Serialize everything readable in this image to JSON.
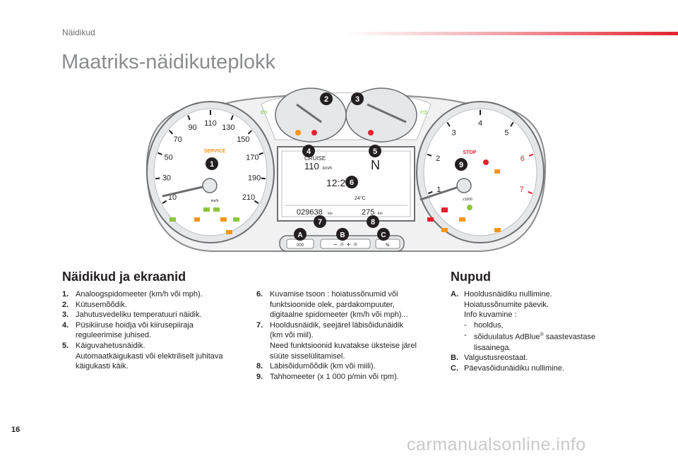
{
  "header": {
    "section": "Näidikud",
    "title": "Maatriks-näidikuteplokk",
    "accent_color": "#e4222e"
  },
  "dashboard": {
    "speed_ticks": [
      "10",
      "30",
      "50",
      "70",
      "90",
      "110",
      "130",
      "150",
      "170",
      "190",
      "210"
    ],
    "speed_unit": "km/h",
    "rpm_ticks": [
      "1",
      "2",
      "3",
      "4",
      "5",
      "6",
      "7"
    ],
    "rpm_unit": "x1000",
    "service_label": "SERVICE",
    "stop_label": "STOP",
    "display": {
      "mode": "CRUISE",
      "speed": "110",
      "speed_unit": "km/h",
      "gear": "N",
      "time": "12:25",
      "temp": "24°C",
      "odometer": "029638",
      "odo_unit": "km",
      "service_distance": "275",
      "service_unit": "km"
    },
    "callouts": [
      "1",
      "2",
      "3",
      "4",
      "5",
      "6",
      "7",
      "8",
      "9"
    ],
    "buttons": [
      {
        "letter": "A",
        "label": "000"
      },
      {
        "letter": "B",
        "label": "− ☼   + ☼"
      },
      {
        "letter": "C",
        "label": "✎"
      }
    ]
  },
  "col1": {
    "heading": "Näidikud ja ekraanid",
    "items": [
      {
        "n": "1.",
        "lines": [
          "Analoogspidomeeter (km/h või mph)."
        ]
      },
      {
        "n": "2.",
        "lines": [
          "Kütusemõõdik."
        ]
      },
      {
        "n": "3.",
        "lines": [
          "Jahutusvedeliku temperatuuri näidik."
        ]
      },
      {
        "n": "4.",
        "lines": [
          "Püsikiiruse hoidja või kiirusepiiraja",
          "reguleerimise juhised."
        ]
      },
      {
        "n": "5.",
        "lines": [
          "Käiguvahetusnäidik.",
          "Automaatkäigukasti või elektriliselt juhitava",
          "käigukasti käik."
        ]
      }
    ]
  },
  "col2": {
    "items": [
      {
        "n": "6.",
        "lines": [
          "Kuvamise tsoon : hoiatussõnumid või",
          "funktsioonide olek, pardakompuuter,",
          "digitaalne spidomeeter (km/h või mph)..."
        ]
      },
      {
        "n": "7.",
        "lines": [
          "Hooldusnäidik, seejärel läbisõidunäidik",
          "(km või miil).",
          "Need funktsioonid kuvatakse üksteise järel",
          "süüte sisselülitamisel."
        ]
      },
      {
        "n": "8.",
        "lines": [
          "Läbisõidumõõdik (km või miili)."
        ]
      },
      {
        "n": "9.",
        "lines": [
          "Tahhomeeter (x 1 000 p/min või rpm)."
        ]
      }
    ]
  },
  "col3": {
    "heading": "Nupud",
    "a_n": "A.",
    "a_lines": [
      "Hooldusnäidiku nullimine.",
      "Hoiatussõnumite päevik.",
      "Info kuvamine :"
    ],
    "a_dash1": "hooldus,",
    "a_dash2": "sõiduulatus AdBlue",
    "a_dash2_sup": "®",
    "a_dash2_tail": " saastevastase",
    "a_dash2_line2": "lisaainega.",
    "dash_mark": "-",
    "b_n": "B.",
    "b_text": "Valgustusreostaat.",
    "c_n": "C.",
    "c_text": "Päevasõidunäidiku nullimine."
  },
  "footer": {
    "page": "16",
    "watermark": "carmanualsonline.info"
  }
}
